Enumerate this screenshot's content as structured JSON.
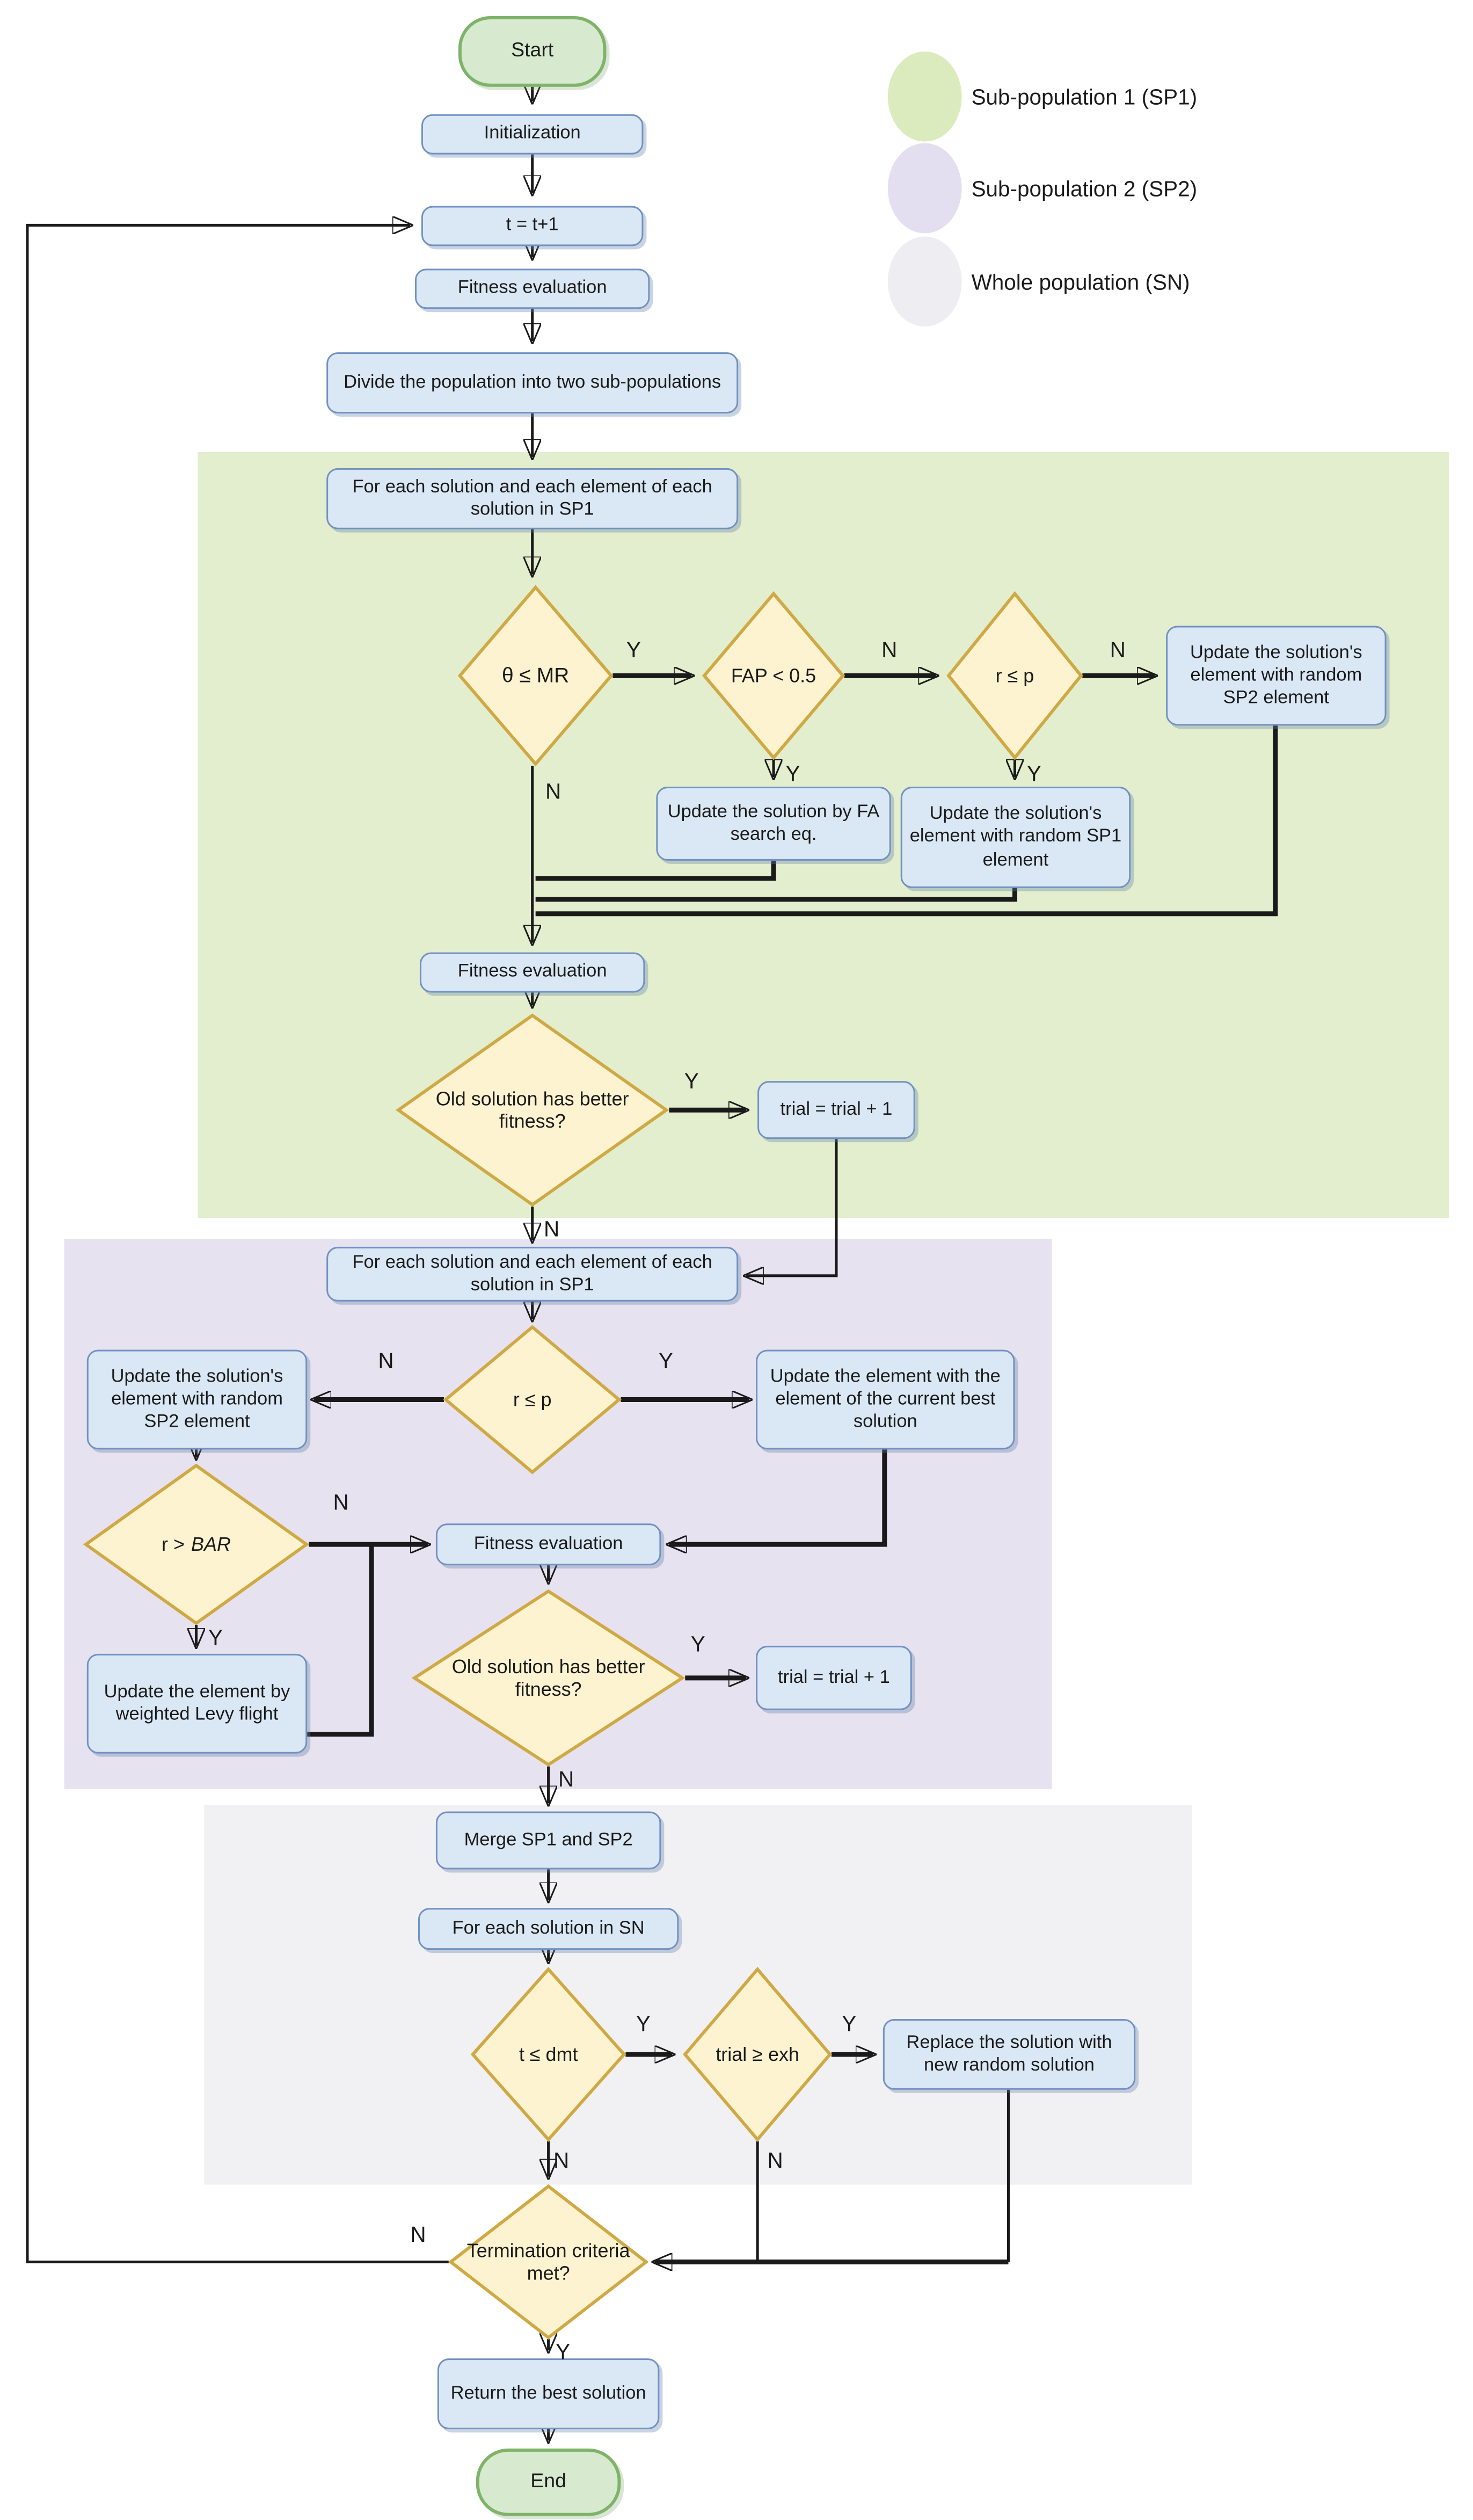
{
  "labels": {
    "yes": "Y",
    "no": "N"
  },
  "legend": {
    "items": [
      {
        "label": "Sub-population 1 (SP1)",
        "color": "#dcebbd"
      },
      {
        "label": "Sub-population 2 (SP2)",
        "color": "#e3dff0"
      },
      {
        "label": "Whole population (SN)",
        "color": "#eeedf2"
      }
    ]
  },
  "nodes": {
    "start": "Start",
    "initialization": "Initialization",
    "increment": "t = t+1",
    "fitness_eval_1": "Fitness evaluation",
    "divide": "Divide the population into two sub-populations",
    "foreach_sp1_a": "For each solution and each element of each solution in SP1",
    "theta_mr": "θ ≤ MR",
    "fap": "FAP < 0.5",
    "r_p_1": "r ≤ p",
    "update_sp2_random_1": "Update the solution's element with random SP2 element",
    "update_fa": "Update the solution by FA search eq.",
    "update_sp1_random": "Update the solution's element with random SP1 element",
    "fitness_eval_2": "Fitness evaluation",
    "old_better_1": "Old solution has better fitness?",
    "trial_inc_1": "trial = trial + 1",
    "foreach_sp1_b": "For each solution and each element of each solution in SP1",
    "r_p_2": "r ≤ p",
    "update_sp2_random_2": "Update the solution's element with random SP2 element",
    "update_best": "Update the element with the element of the current best solution",
    "r_bar_prefix": "r >",
    "r_bar_var": "BAR",
    "fitness_eval_3": "Fitness evaluation",
    "update_levy": "Update the element by weighted Levy flight",
    "old_better_2": "Old solution has better fitness?",
    "trial_inc_2": "trial = trial + 1",
    "merge": "Merge SP1 and SP2",
    "foreach_sn": "For each solution in SN",
    "t_dmt": "t ≤ dmt",
    "trial_exh": "trial ≥ exh",
    "replace": "Replace the solution with new random solution",
    "termination": "Termination criteria met?",
    "return_best": "Return the best solution",
    "end": "End"
  },
  "colors": {
    "region_sp1": "#e2eecd",
    "region_sp2": "#e6e2ef",
    "region_sn": "#f1f1f3",
    "process_fill": "#dae8f5",
    "process_border": "#7191c2",
    "decision_fill": "#fdf3d0",
    "decision_border": "#cfa945",
    "terminal_fill": "#d7e9cf",
    "terminal_border": "#7fb369",
    "arrow": "#1a1a1a"
  }
}
